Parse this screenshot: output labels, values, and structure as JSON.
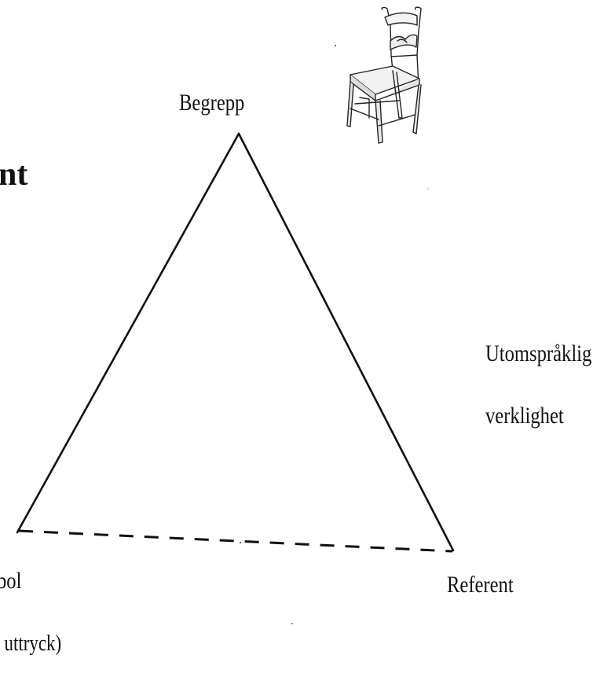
{
  "title_fragment": "nt",
  "apex_label": "Begrepp",
  "right_label_line1": "Utomspråklig",
  "right_label_line2": "verklighet",
  "bottom_right_label": "Referent",
  "bottom_left_label": "bol",
  "bottom_left_sublabel": ", uttryck)",
  "illustration_icon": "chair-icon",
  "colors": {
    "line": "#111111",
    "background": "#ffffff"
  }
}
